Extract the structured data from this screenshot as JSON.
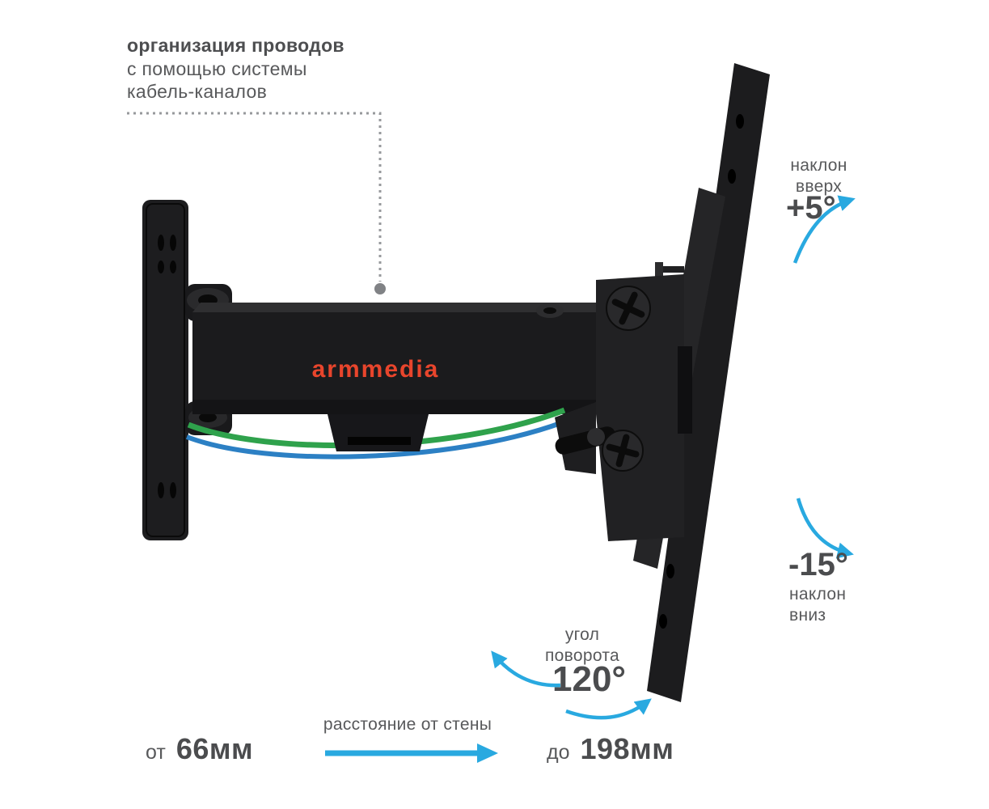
{
  "colors": {
    "accent": "#29a9e0",
    "text": "#58595b",
    "value_text": "#4b4c4e",
    "logo": "#e8452c",
    "product_black": "#1b1b1d",
    "cable_green": "#2fa24c",
    "cable_blue": "#2c80c4"
  },
  "cable_note": {
    "line1": "организация проводов",
    "line2": "с помощью системы",
    "line3": "кабель-каналов"
  },
  "tilt_up": {
    "label_line1": "наклон",
    "label_line2": "вверх",
    "value": "+5°"
  },
  "tilt_down": {
    "value": "-15°",
    "label_line1": "наклон",
    "label_line2": "вниз"
  },
  "rotation": {
    "label_line1": "угол",
    "label_line2": "поворота",
    "value": "120°"
  },
  "distance": {
    "label": "расстояние от стены",
    "min_prefix": "от",
    "min_value": "66мм",
    "max_prefix": "до",
    "max_value": "198мм"
  },
  "brand": {
    "logo_text": "armmedia"
  }
}
